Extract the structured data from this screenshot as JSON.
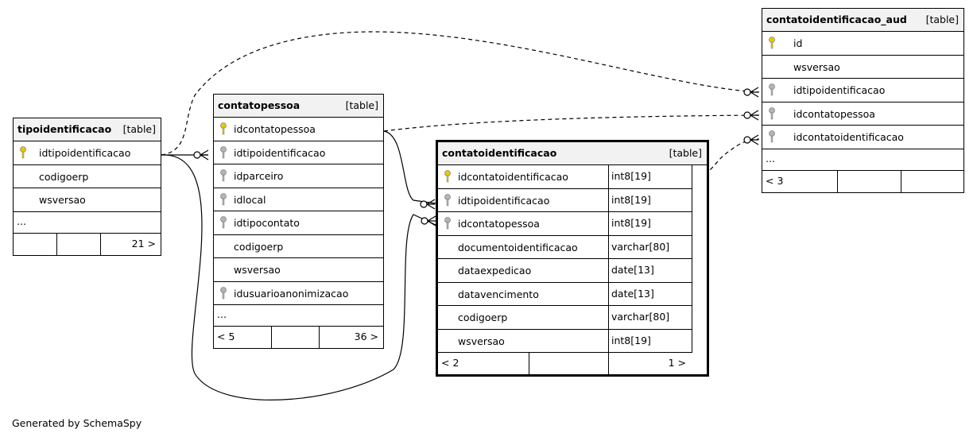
{
  "tables": {
    "tipoidentificacao": {
      "name": "tipoidentificacao",
      "kind": "[table]",
      "columns": [
        {
          "name": "idtipoidentificacao",
          "key": "primary"
        },
        {
          "name": "codigoerp",
          "key": "none"
        },
        {
          "name": "wsversao",
          "key": "none"
        }
      ],
      "more": "...",
      "parents": "",
      "children": "21 >"
    },
    "contatopessoa": {
      "name": "contatopessoa",
      "kind": "[table]",
      "columns": [
        {
          "name": "idcontatopessoa",
          "key": "primary"
        },
        {
          "name": "idtipoidentificacao",
          "key": "foreign"
        },
        {
          "name": "idparceiro",
          "key": "foreign"
        },
        {
          "name": "idlocal",
          "key": "foreign"
        },
        {
          "name": "idtipocontato",
          "key": "foreign"
        },
        {
          "name": "codigoerp",
          "key": "none"
        },
        {
          "name": "wsversao",
          "key": "none"
        },
        {
          "name": "idusuarioanonimizacao",
          "key": "foreign"
        }
      ],
      "more": "...",
      "parents": "< 5",
      "children": "36 >"
    },
    "contatoidentificacao": {
      "name": "contatoidentificacao",
      "kind": "[table]",
      "columns": [
        {
          "name": "idcontatoidentificacao",
          "type": "int8[19]",
          "key": "primary"
        },
        {
          "name": "idtipoidentificacao",
          "type": "int8[19]",
          "key": "foreign"
        },
        {
          "name": "idcontatopessoa",
          "type": "int8[19]",
          "key": "foreign"
        },
        {
          "name": "documentoidentificacao",
          "type": "varchar[80]",
          "key": "none"
        },
        {
          "name": "dataexpedicao",
          "type": "date[13]",
          "key": "none"
        },
        {
          "name": "datavencimento",
          "type": "date[13]",
          "key": "none"
        },
        {
          "name": "codigoerp",
          "type": "varchar[80]",
          "key": "none"
        },
        {
          "name": "wsversao",
          "type": "int8[19]",
          "key": "none"
        }
      ],
      "parents": "< 2",
      "children": "1 >"
    },
    "contatoidentificacao_aud": {
      "name": "contatoidentificacao_aud",
      "kind": "[table]",
      "columns": [
        {
          "name": "id",
          "key": "primary"
        },
        {
          "name": "wsversao",
          "key": "none"
        },
        {
          "name": "idtipoidentificacao",
          "key": "foreign"
        },
        {
          "name": "idcontatopessoa",
          "key": "foreign"
        },
        {
          "name": "idcontatoidentificacao",
          "key": "foreign"
        }
      ],
      "more": "...",
      "parents": "< 3",
      "children": ""
    }
  },
  "colors": {
    "primary_key": "#e8c800",
    "foreign_key": "#b4b4b4",
    "header_bg": "#f2f2f2"
  },
  "footer": {
    "generated_by": "Generated by SchemaSpy"
  }
}
